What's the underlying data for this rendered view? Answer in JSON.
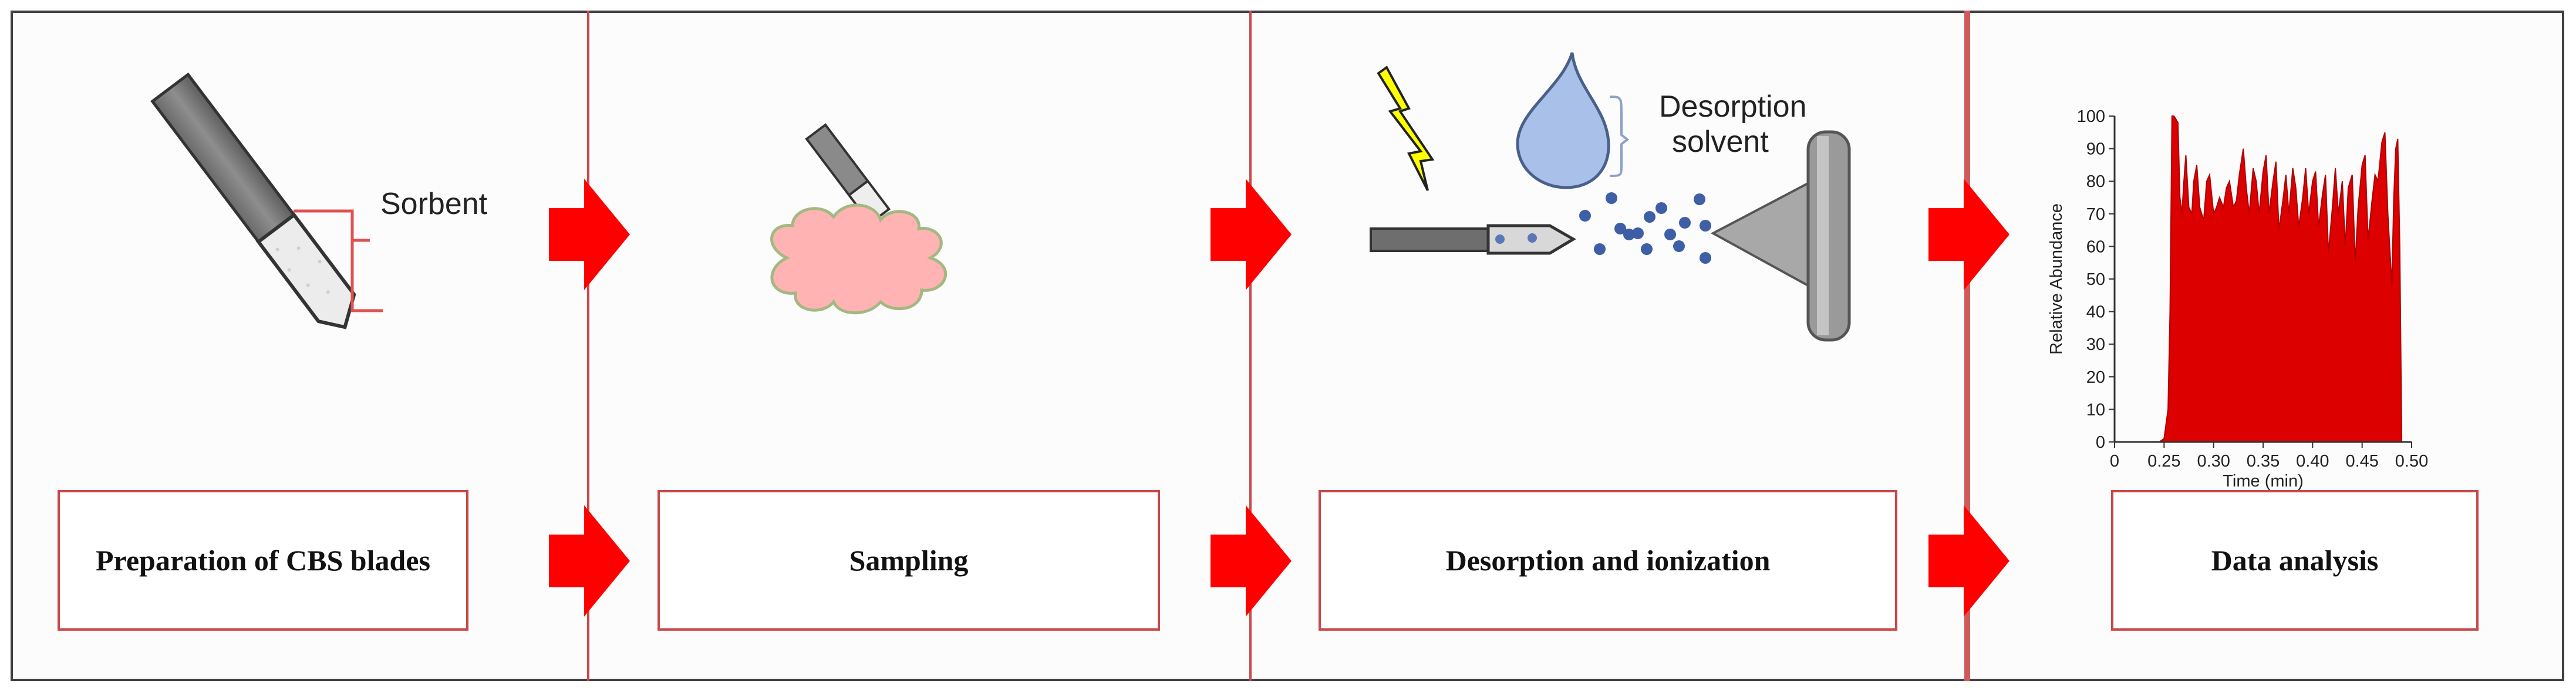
{
  "steps": [
    {
      "label": "Preparation of CBS blades"
    },
    {
      "label": "Sampling"
    },
    {
      "label": "Desorption and ionization"
    },
    {
      "label": "Data analysis"
    }
  ],
  "annotations": {
    "sorbent": "Sorbent",
    "desorption_line1": "Desorption",
    "desorption_line2": "solvent"
  },
  "colors": {
    "arrow": "#ff0000",
    "divider": "#c84a4a",
    "chart_fill": "#dd0000",
    "tissue": "#ffb3b3",
    "droplet": "#a9c1e8"
  },
  "icons": [
    "cbs-blade-icon",
    "tissue-sample-icon",
    "lightning-bolt-icon",
    "solvent-droplet-icon",
    "mass-spectrometer-inlet-icon"
  ],
  "chart_data": {
    "type": "area",
    "title": "",
    "xlabel": "Time (min)",
    "ylabel": "Relative Abundance",
    "xlim": [
      0.2,
      0.5
    ],
    "ylim": [
      0,
      100
    ],
    "x_tick_labels": [
      "0",
      "0.25",
      "0.30",
      "0.35",
      "0.40",
      "0.45",
      "0.50"
    ],
    "y_tick_labels": [
      "0",
      "10",
      "20",
      "30",
      "40",
      "50",
      "60",
      "70",
      "80",
      "90",
      "100"
    ],
    "series": [
      {
        "x": [
          0.2,
          0.245,
          0.25,
          0.254,
          0.256,
          0.258,
          0.26,
          0.264,
          0.266,
          0.268,
          0.27,
          0.272,
          0.275,
          0.278,
          0.28,
          0.283,
          0.286,
          0.29,
          0.293,
          0.296,
          0.3,
          0.303,
          0.306,
          0.31,
          0.313,
          0.316,
          0.32,
          0.323,
          0.326,
          0.33,
          0.333,
          0.336,
          0.34,
          0.343,
          0.346,
          0.35,
          0.353,
          0.356,
          0.36,
          0.363,
          0.366,
          0.37,
          0.373,
          0.376,
          0.38,
          0.383,
          0.386,
          0.39,
          0.393,
          0.396,
          0.4,
          0.403,
          0.406,
          0.41,
          0.413,
          0.416,
          0.42,
          0.423,
          0.426,
          0.43,
          0.433,
          0.436,
          0.44,
          0.443,
          0.446,
          0.45,
          0.453,
          0.456,
          0.46,
          0.463,
          0.466,
          0.47,
          0.473,
          0.476,
          0.48,
          0.482,
          0.484,
          0.486,
          0.488,
          0.49,
          0.491
        ],
        "y": [
          0,
          0,
          1,
          10,
          40,
          100,
          100,
          98,
          75,
          70,
          80,
          88,
          72,
          70,
          80,
          85,
          72,
          68,
          80,
          82,
          70,
          72,
          75,
          72,
          78,
          80,
          72,
          74,
          82,
          90,
          78,
          70,
          84,
          80,
          70,
          83,
          88,
          70,
          80,
          86,
          65,
          74,
          82,
          70,
          84,
          78,
          66,
          75,
          84,
          70,
          80,
          83,
          66,
          76,
          82,
          58,
          72,
          84,
          70,
          80,
          60,
          78,
          82,
          55,
          72,
          85,
          88,
          62,
          74,
          82,
          80,
          92,
          95,
          70,
          48,
          75,
          90,
          93,
          60,
          0,
          0
        ]
      }
    ]
  }
}
